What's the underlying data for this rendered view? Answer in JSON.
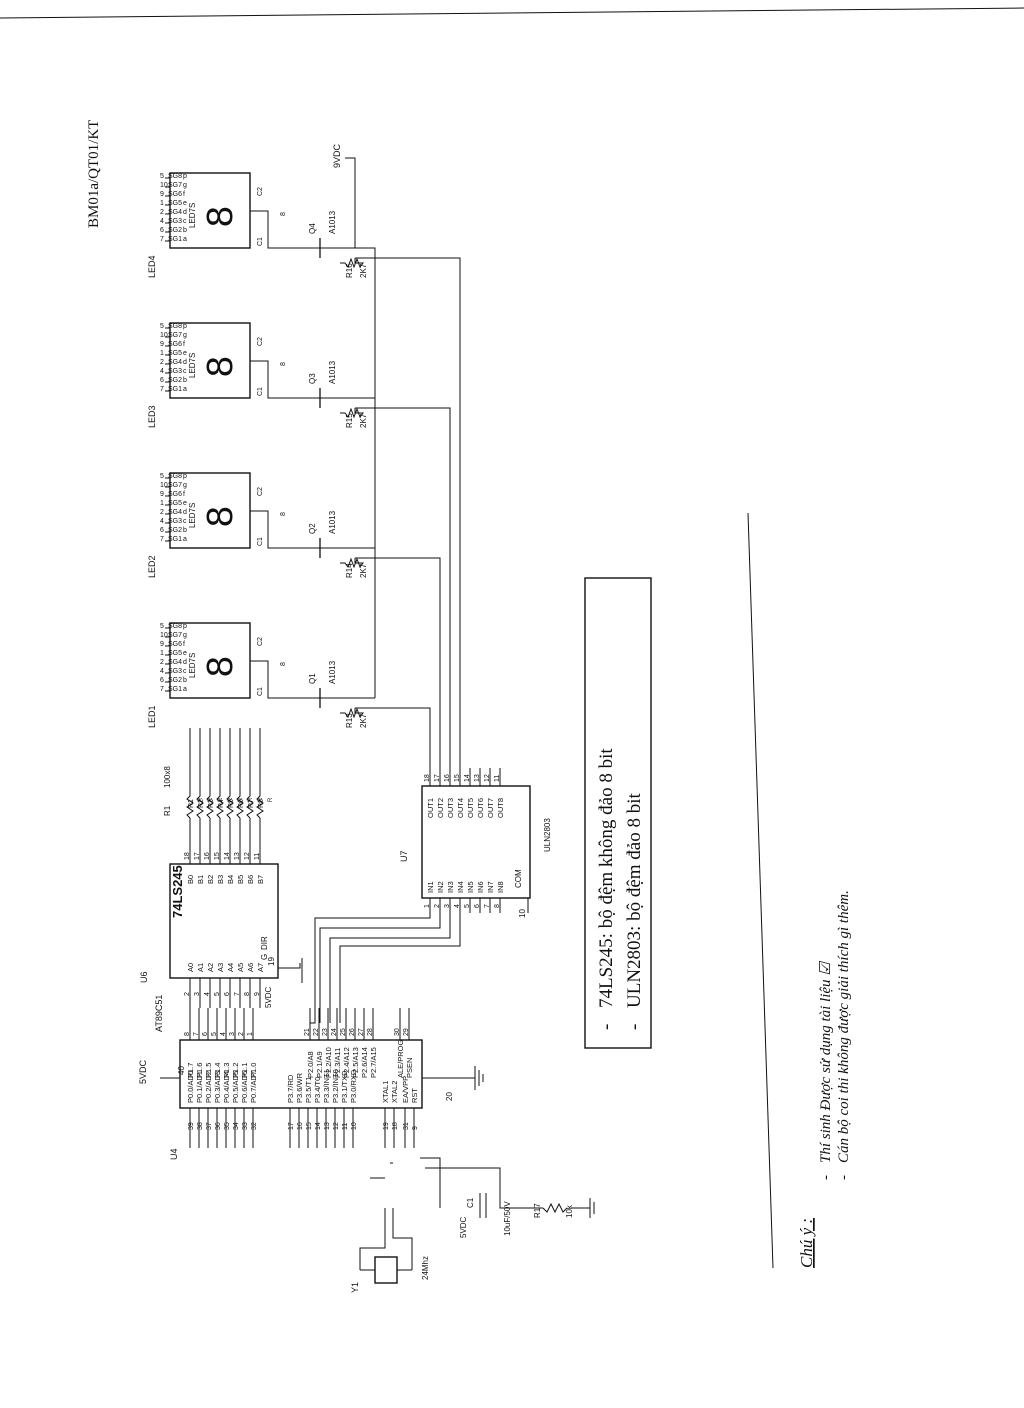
{
  "doc": {
    "code": "BM01a/QT01/KT",
    "power_9v": "9VDC",
    "power_5v_a": "5VDC",
    "power_5v_b": "5VDC",
    "power_5v_c": "5VDC"
  },
  "u4": {
    "ref": "U4",
    "part": "AT89C51",
    "p0_labels": [
      "P0.0/AD0",
      "P0.1/AD1",
      "P0.2/AD2",
      "P0.3/AD3",
      "P0.4/AD4",
      "P0.5/AD5",
      "P0.6/AD6",
      "P0.7/AD7"
    ],
    "p0_pins": [
      "39",
      "38",
      "37",
      "36",
      "35",
      "34",
      "33",
      "32"
    ],
    "p3_labels": [
      "P3.7/RD",
      "P3.6/WR",
      "P3.5/T1",
      "P3.4/T0",
      "P3.3/INT1",
      "P3.2/INT0",
      "P3.1/TXD",
      "P3.0/RXD"
    ],
    "p3_pins": [
      "17",
      "16",
      "15",
      "14",
      "13",
      "12",
      "11",
      "10"
    ],
    "xtal_labels": [
      "XTAL1",
      "XTAL2"
    ],
    "xtal_pins": [
      "19",
      "18"
    ],
    "ctrl_labels": [
      "EA/VPP",
      "RST"
    ],
    "ctrl_pins": [
      "31",
      "9"
    ],
    "p1_labels": [
      "P1.7",
      "P1.6",
      "P1.5",
      "P1.4",
      "P1.3",
      "P1.2",
      "P1.1",
      "P1.0"
    ],
    "p1_pins": [
      "8",
      "7",
      "6",
      "5",
      "4",
      "3",
      "2",
      "1"
    ],
    "p2_labels": [
      "P2.0/A8",
      "P2.1/A9",
      "P2.2/A10",
      "P2.3/A11",
      "P2.4/A12",
      "P2.5/A13",
      "P2.6/A14",
      "P2.7/A15"
    ],
    "p2_pins": [
      "21",
      "22",
      "23",
      "24",
      "25",
      "26",
      "27",
      "28"
    ],
    "ale_labels": [
      "ALE/PROG",
      "PSEN"
    ],
    "ale_pins": [
      "30",
      "29"
    ],
    "vcc_pin": "40",
    "gnd_pin": "20"
  },
  "u6": {
    "ref": "U6",
    "part": "74LS245",
    "a_labels": [
      "A0",
      "A1",
      "A2",
      "A3",
      "A4",
      "A5",
      "A6",
      "A7"
    ],
    "a_pins": [
      "2",
      "3",
      "4",
      "5",
      "6",
      "7",
      "8",
      "9"
    ],
    "b_labels": [
      "B0",
      "B1",
      "B2",
      "B3",
      "B4",
      "B5",
      "B6",
      "B7"
    ],
    "b_pins": [
      "18",
      "17",
      "16",
      "15",
      "14",
      "13",
      "12",
      "11"
    ],
    "dir": "DIR",
    "g": "G",
    "dir_pin": "1",
    "g_pin": "19"
  },
  "r1": {
    "ref": "R1",
    "value": "100x8",
    "labels": [
      "R1",
      "R2",
      "R3",
      "R4",
      "R5",
      "R6",
      "R7",
      "R8"
    ],
    "tail": "R"
  },
  "u7": {
    "ref": "U7",
    "part": "ULN2803",
    "in_labels": [
      "IN1",
      "IN2",
      "IN3",
      "IN4",
      "IN5",
      "IN6",
      "IN7",
      "IN8"
    ],
    "in_pins": [
      "1",
      "2",
      "3",
      "4",
      "5",
      "6",
      "7",
      "8"
    ],
    "out_labels": [
      "OUT1",
      "OUT2",
      "OUT3",
      "OUT4",
      "OUT5",
      "OUT6",
      "OUT7",
      "OUT8"
    ],
    "out_pins": [
      "18",
      "17",
      "16",
      "15",
      "14",
      "13",
      "12",
      "11"
    ],
    "com": "COM",
    "com_pin": "10"
  },
  "leds": [
    {
      "ref": "LED1",
      "part": "LED7S",
      "q": "Q1",
      "q_part": "A1013",
      "r": "R13",
      "r_value": "2K7"
    },
    {
      "ref": "LED2",
      "part": "LED7S",
      "q": "Q2",
      "q_part": "A1013",
      "r": "R14",
      "r_value": "2K7"
    },
    {
      "ref": "LED3",
      "part": "LED7S",
      "q": "Q3",
      "q_part": "A1013",
      "r": "R15",
      "r_value": "2K7"
    },
    {
      "ref": "LED4",
      "part": "LED7S",
      "q": "Q4",
      "q_part": "A1013",
      "r": "R16",
      "r_value": "2K7"
    }
  ],
  "led_common": {
    "seg_labels": [
      "SG1",
      "SG2",
      "SG3",
      "SG4",
      "SG5",
      "SG6",
      "SG7",
      "SG8"
    ],
    "seg_letters": [
      "a",
      "b",
      "c",
      "d",
      "e",
      "f",
      "g",
      "p"
    ],
    "seg_pins": [
      "7",
      "6",
      "4",
      "2",
      "1",
      "9",
      "10",
      "5"
    ],
    "c_labels": [
      "C1",
      "C2"
    ],
    "digit": "8"
  },
  "crystal": {
    "ref": "Y1",
    "value": "24Mhz"
  },
  "cap": {
    "ref": "C1",
    "value": "10uF/50V"
  },
  "r17": {
    "ref": "R17",
    "value": "10k"
  },
  "notes_box": [
    "74LS245: bộ đệm không đảo 8 bit",
    "ULN2803: bộ đệm đảo 8 bit"
  ],
  "footer": {
    "title": "Chú ý :",
    "lines": [
      "Thí sinh Được sử dụng tài liệu ☑",
      "Cán bộ coi thi không được giải thích gì thêm."
    ]
  }
}
